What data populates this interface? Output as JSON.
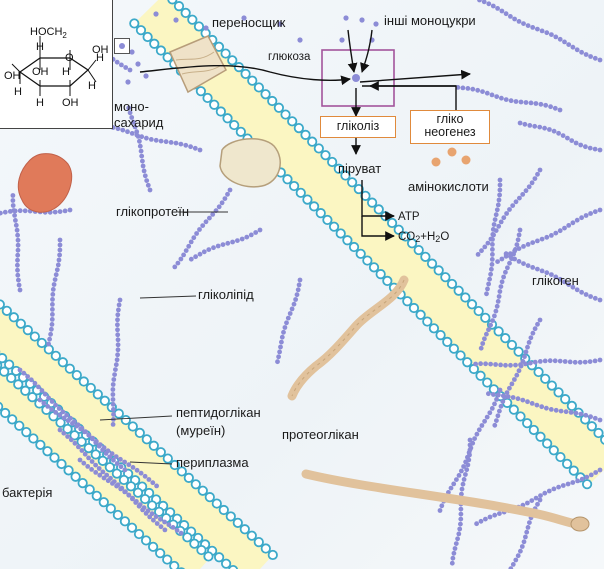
{
  "structure": {
    "ring_labels": {
      "ch2oh": "HOCH",
      "ch2oh_sub": "2",
      "h": "H",
      "oh": "OH",
      "o": "O"
    }
  },
  "labels": {
    "transporter": "переносщик",
    "other_monosaccharides": "інші моноцукри",
    "glucose": "глюкоза",
    "monosaccharide_line1": "моно-",
    "monosaccharide_line2": "сахарид",
    "glycolysis": "гліколіз",
    "gluconeogenesis_line1": "гліко",
    "gluconeogenesis_line2": "неогенез",
    "pyruvate": "піруват",
    "amino_acids": "амінокислоти",
    "atp": "ATP",
    "co2_h2o": "CO2+H2O",
    "glycoprotein": "глікопротеїн",
    "glycolipid": "гліколіпід",
    "glycogen": "глікоген",
    "peptidoglycan_line1": "пептидоглікан",
    "peptidoglycan_line2": "(муреїн)",
    "proteoglycan": "протеоглікан",
    "periplasm": "периплазма",
    "bacterium": "бактерія"
  },
  "colors": {
    "membrane_fill": "#fbf6c2",
    "membrane_bead": "#3ca9c9",
    "sugar_bead": "#8c8cd6",
    "glucose_box": "#a3549c",
    "pathway_box": "#e08a3c",
    "amino_acid": "#e8a470",
    "glycoprotein": "#e07a5a",
    "proteoglycan": "#e1c29c"
  }
}
